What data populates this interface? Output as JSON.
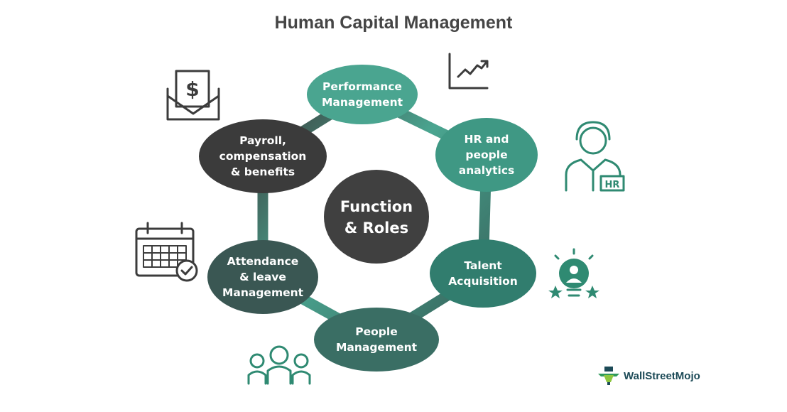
{
  "title": "Human Capital Management",
  "center": {
    "line1": "Function",
    "line2": "& Roles"
  },
  "nodes": [
    {
      "lines": [
        "Performance",
        "Management"
      ],
      "color": "#4aa590"
    },
    {
      "lines": [
        "HR and",
        "people",
        "analytics"
      ],
      "color": "#3f9884"
    },
    {
      "lines": [
        "Talent",
        "Acquisition"
      ],
      "color": "#317d6e"
    },
    {
      "lines": [
        "People",
        "Management"
      ],
      "color": "#3a6e64"
    },
    {
      "lines": [
        "Attendance",
        "& leave",
        "Management"
      ],
      "color": "#3a5753"
    },
    {
      "lines": [
        "Payroll,",
        "compensation",
        "& benefits"
      ],
      "color": "#3b3b3b"
    }
  ],
  "icons": {
    "hr_badge": "HR"
  },
  "logo": {
    "text": "WallStreetMojo"
  }
}
